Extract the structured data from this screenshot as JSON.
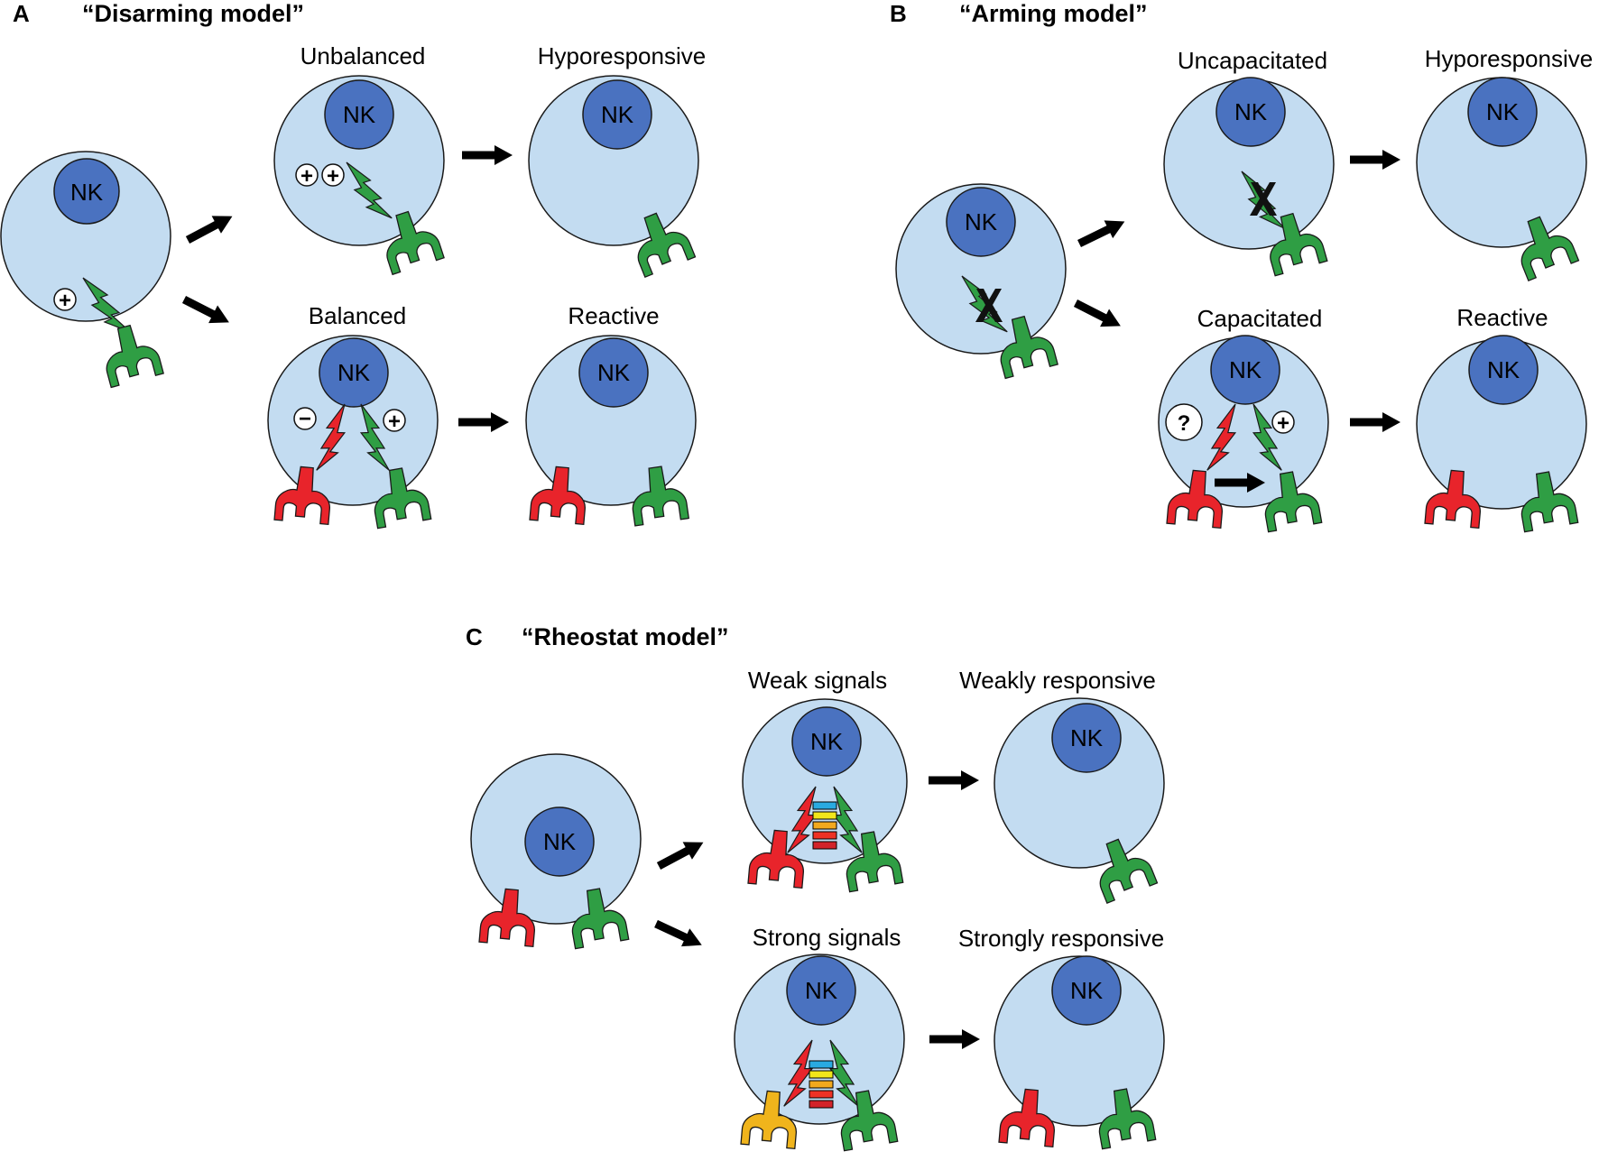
{
  "colors": {
    "cell_fill": "#c3dcf1",
    "nucleus_fill": "#4a72c0",
    "activating": "#2f9e44",
    "inhibitory": "#e8242b",
    "third_receptor": "#f0b41c",
    "outline": "#1a1a1a",
    "arrow": "#000000",
    "signal_bar_colors": [
      "#29aae1",
      "#f2e61a",
      "#f2a91d",
      "#ee3124",
      "#d2232a"
    ]
  },
  "icons": {
    "activating_receptor": "y-shaped-receptor-green",
    "inhibitory_receptor": "y-shaped-receptor-red",
    "activating_signal": "lightning-bolt-green",
    "inhibitory_signal": "lightning-bolt-red",
    "blocked_signal": "black-x-mark",
    "plus": "circled-plus",
    "minus": "circled-minus",
    "unknown": "circled-question-mark",
    "transition": "right-arrow",
    "signal_strength": "stacked-color-bars"
  },
  "nk_label": "NK",
  "plus_symbol": "+",
  "minus_symbol": "−",
  "unknown_symbol": "?",
  "panel_a": {
    "letter": "A",
    "title": "“Disarming model”",
    "upper_left_label": "Unbalanced",
    "upper_right_label": "Hyporesponsive",
    "lower_left_label": "Balanced",
    "lower_right_label": "Reactive"
  },
  "panel_b": {
    "letter": "B",
    "title": "“Arming model”",
    "upper_left_label": "Uncapacitated",
    "upper_right_label": "Hyporesponsive",
    "lower_left_label": "Capacitated",
    "lower_right_label": "Reactive"
  },
  "panel_c": {
    "letter": "C",
    "title": "“Rheostat model”",
    "upper_left_label": "Weak signals",
    "upper_right_label": "Weakly responsive",
    "lower_left_label": "Strong signals",
    "lower_right_label": "Strongly responsive"
  }
}
